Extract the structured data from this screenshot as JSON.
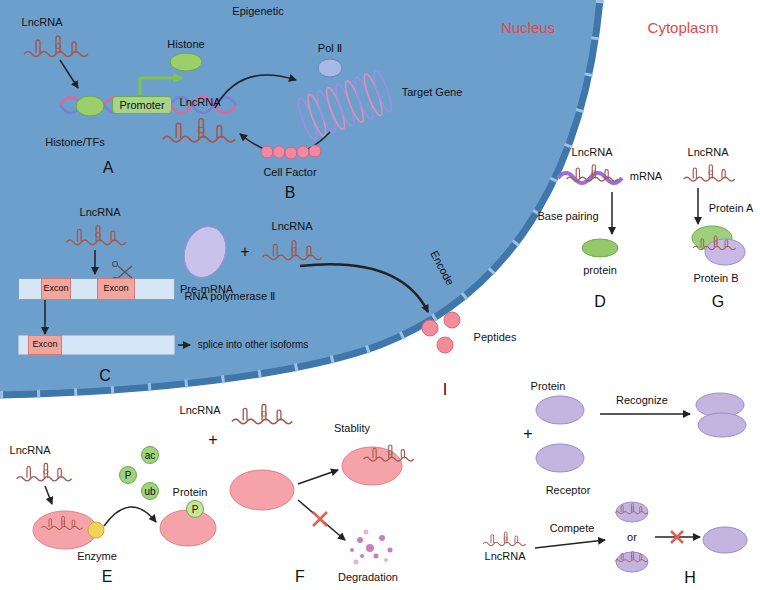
{
  "diagram": {
    "nodes": [
      {
        "text": [
          "Promoter"
        ]
      },
      {
        "text": [
          "Pre-mRNA"
        ]
      },
      {
        "text": [
          "Excon"
        ],
        "in": 1
      },
      {
        "text": [
          "Excon"
        ],
        "in": 1
      },
      {
        "text": [
          "Excon"
        ]
      },
      {
        "text": [
          "ac"
        ]
      },
      {
        "text": [
          "P"
        ]
      },
      {
        "text": [
          "ub"
        ]
      },
      {
        "text": [
          "P"
        ]
      }
    ],
    "edges": [
      {
        "from": 1,
        "to": 4,
        "arrow": "to"
      }
    ],
    "labels": [
      "Nucleus",
      "Cytoplasm",
      "LncRNA",
      "Histone/TFs",
      "A",
      "Epigenetic",
      "Histone",
      "Pol Ⅱ",
      "LncRNA",
      "Target Gene",
      "Cell Factor",
      "B",
      "LncRNA",
      "splice into other isoforms",
      "C",
      "RNA polymerase Ⅱ",
      "+",
      "LncRNA",
      "Encode",
      "Peptides",
      "I",
      "LncRNA",
      "mRNA",
      "Base pairing",
      "protein",
      "D",
      "LncRNA",
      "Protein A",
      "Protein B",
      "G",
      "LncRNA",
      "Enzyme",
      "E",
      "LncRNA",
      "+",
      "Stablity",
      "Protein",
      "Degradation",
      "F",
      "Protein",
      "+",
      "Recognize",
      "Receptor",
      "LncRNA",
      "Compete",
      "or",
      "H"
    ]
  }
}
